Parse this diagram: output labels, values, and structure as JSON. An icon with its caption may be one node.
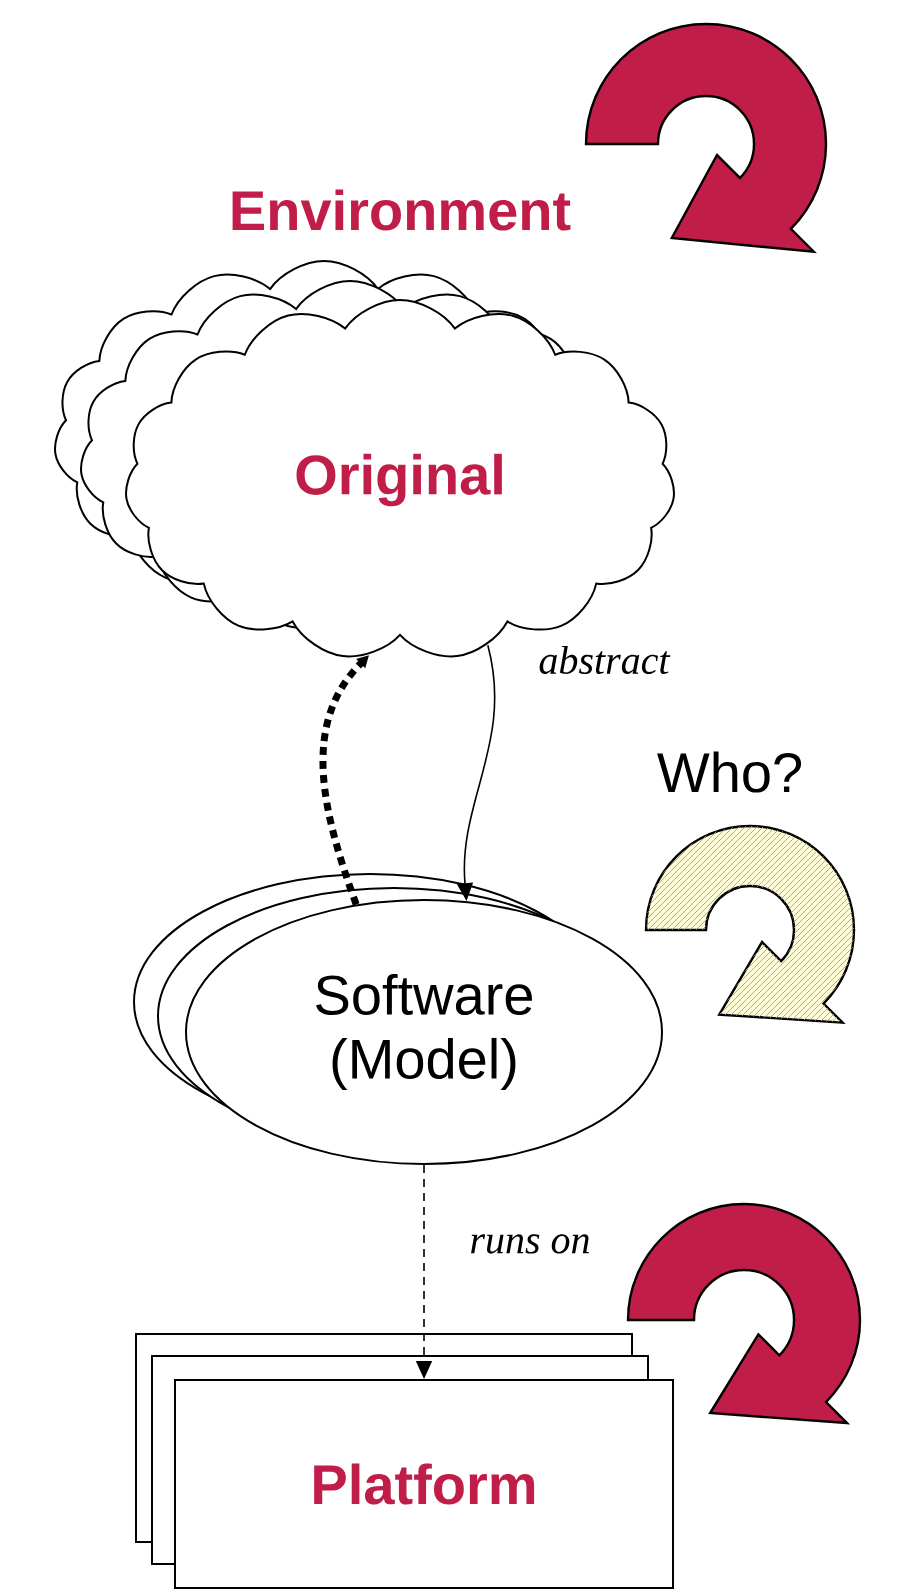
{
  "diagram": {
    "nodes": [
      {
        "text": [
          "Original"
        ]
      },
      {
        "text": [
          "Software (Model)"
        ]
      },
      {
        "text": [
          "Platform"
        ]
      }
    ],
    "edges": [
      {
        "from": 0,
        "to": 1,
        "arrow": "to",
        "label": "abstract"
      },
      {
        "from": 1,
        "to": 0,
        "arrow": "to",
        "style": "dashed"
      },
      {
        "from": 1,
        "to": 2,
        "arrow": "to",
        "label": "runs on",
        "style": "dashed"
      }
    ],
    "labels": [
      "Environment",
      "Who?"
    ]
  }
}
